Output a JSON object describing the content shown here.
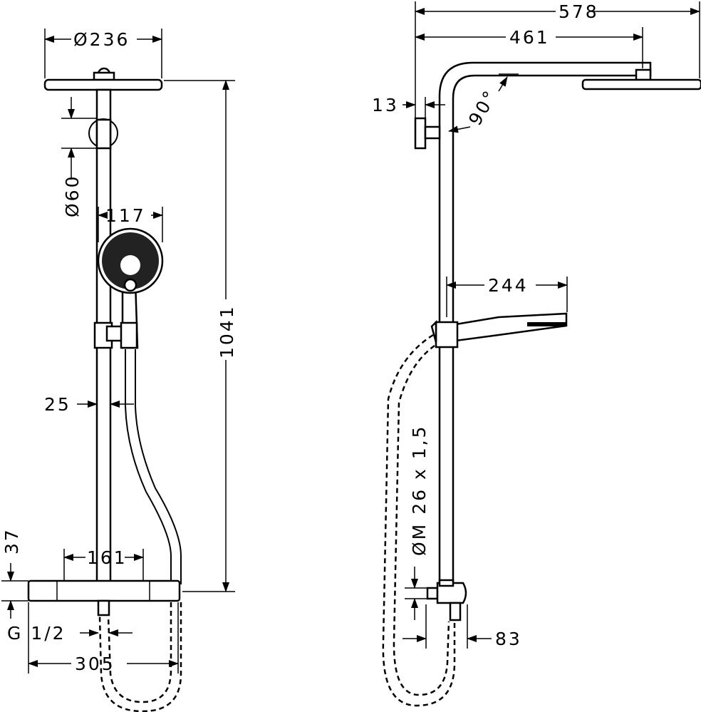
{
  "title": "Shower system dimension drawing",
  "front_view": {
    "head_diameter": "Ø236",
    "bracket_diameter": "Ø60",
    "hand_shower_width": "117",
    "total_height": "1041",
    "pipe_offset": "25",
    "thermostat_height": "37",
    "centre_distance": "161",
    "connection_thread": "G 1/2",
    "thermostat_width": "305"
  },
  "side_view": {
    "total_projection": "578",
    "arm_length": "461",
    "wall_offset": "13",
    "angle": "90°",
    "hand_shower_projection": "244",
    "thread_spec": "ØM 26 x 1,5",
    "mixer_projection": "83"
  },
  "colors": {
    "line": "#000000",
    "background": "#ffffff"
  }
}
